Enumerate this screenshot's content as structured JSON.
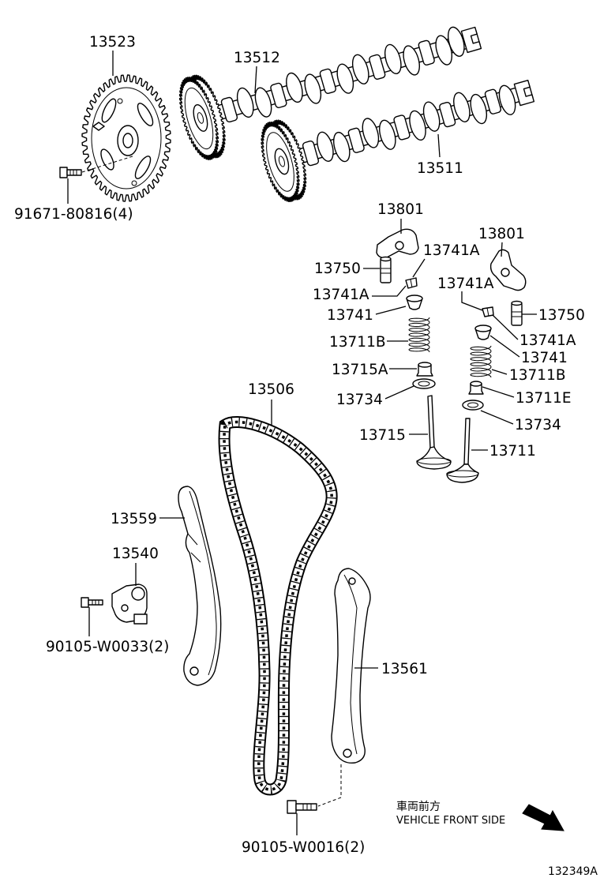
{
  "callouts": [
    "13523",
    "13512",
    "13511",
    "91671-80816(4)",
    "13801",
    "13801",
    "13741A",
    "13750",
    "13741A",
    "13741A",
    "13741",
    "13750",
    "13711B",
    "13741A",
    "13741",
    "13715A",
    "13711B",
    "13734",
    "13711E",
    "13506",
    "13715",
    "13734",
    "13711",
    "13559",
    "13540",
    "90105-W0033(2)",
    "13561",
    "90105-W0016(2)"
  ],
  "front_note": {
    "jp": "車両前方",
    "en": "VEHICLE FRONT SIDE"
  },
  "figure_code": "132349A",
  "icons": {
    "front_arrow": "arrow-down-right-icon"
  },
  "colors": {
    "line": "#000000",
    "background": "#ffffff"
  }
}
